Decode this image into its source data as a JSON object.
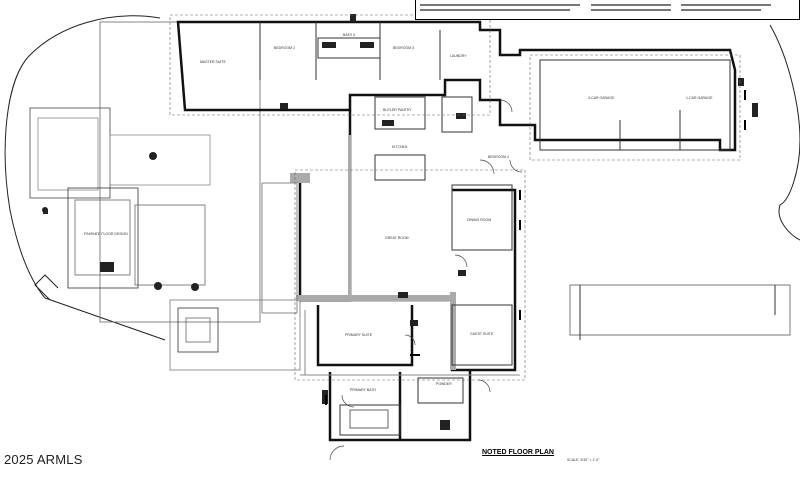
{
  "copyright": "2025 ARMLS",
  "plan_title": "NOTED FLOOR PLAN",
  "scale_note": "SCALE: 3/32\" = 1'-0\"",
  "room_labels": {
    "master_suite": "MASTER SUITE",
    "bedroom_2": "BEDROOM 2",
    "bedroom_3": "BEDROOM 3",
    "laundry": "LAUNDRY",
    "bath_3": "BATH 3",
    "great_room": "GREAT ROOM",
    "kitchen": "KITCHEN",
    "butler_pantry": "BUTLER PANTRY",
    "bedroom_4": "BEDROOM 4",
    "dining_room": "DINING ROOM",
    "primary_suite": "PRIMARY SUITE",
    "primary_bath": "PRIMARY BATH",
    "guest_suite": "GUEST SUITE",
    "powder": "POWDER",
    "garage_3_car": "3-CAR GARAGE",
    "garage_1_car": "1-CAR GARAGE",
    "outdoor_living": "FINISHED FLOOR DESIGN"
  }
}
